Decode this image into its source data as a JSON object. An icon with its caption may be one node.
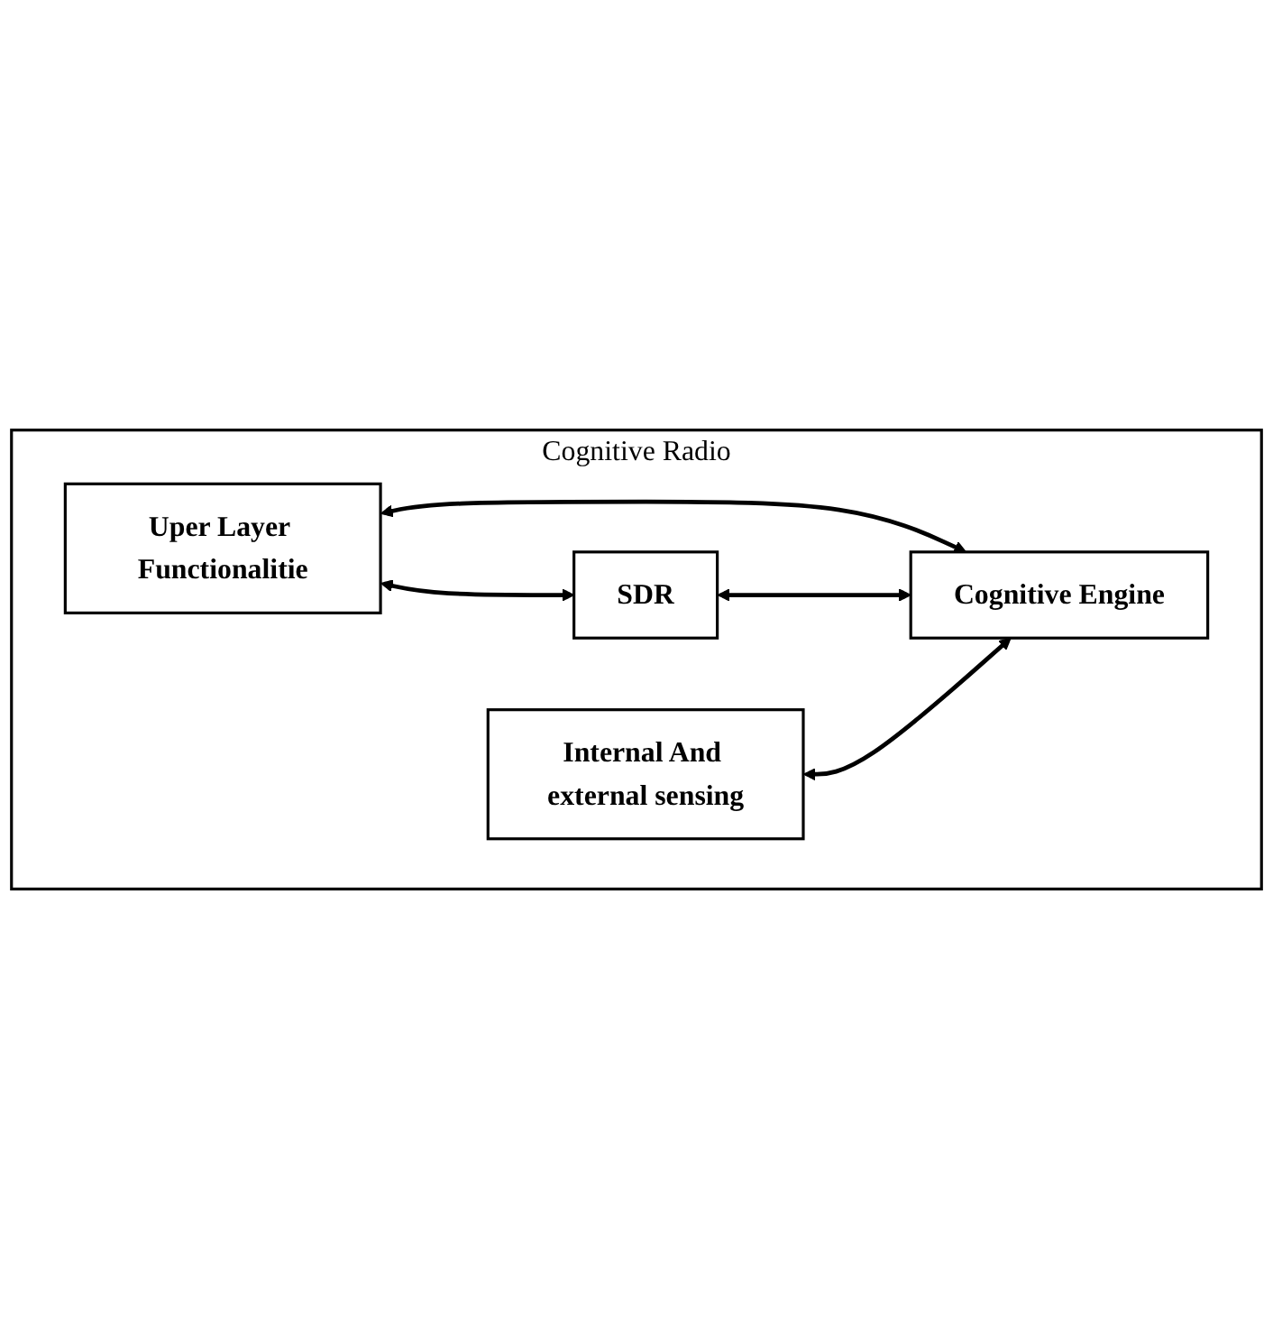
{
  "diagram": {
    "nodes": [
      {
        "text": [
          "Cognitive Radio"
        ]
      },
      {
        "text": [
          "Uper Layer Functionalitie"
        ],
        "in": 0
      },
      {
        "text": [
          "Cognitive Engine"
        ],
        "in": 0
      },
      {
        "text": [
          "SDR"
        ],
        "in": 0
      },
      {
        "text": [
          "Internal And external sensing"
        ],
        "in": 0
      }
    ],
    "edges": [
      {
        "from": 1,
        "to": 2,
        "arrow": "both"
      },
      {
        "from": 1,
        "to": 3,
        "arrow": "both"
      },
      {
        "from": 3,
        "to": 2,
        "arrow": "both"
      },
      {
        "from": 4,
        "to": 2,
        "arrow": "both"
      }
    ]
  }
}
